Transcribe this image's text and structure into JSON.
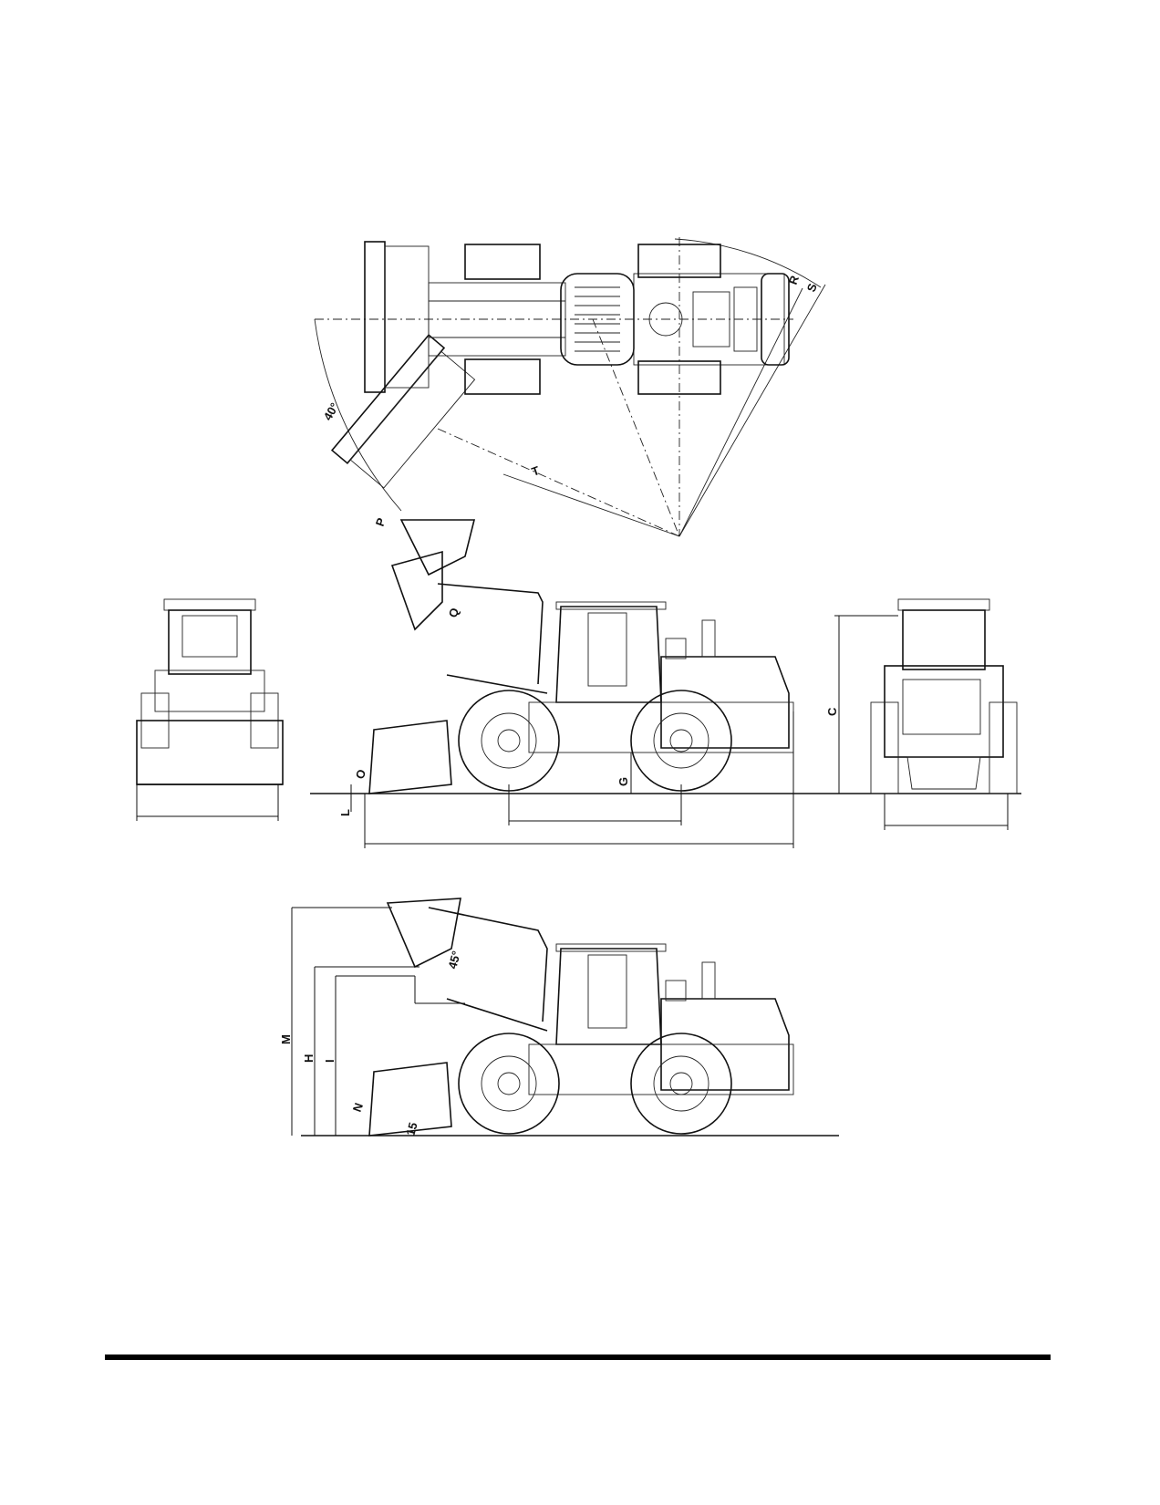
{
  "labels": {
    "r": "R",
    "s": "S",
    "t": "T",
    "angle40": "40°",
    "p": "P",
    "q": "Q",
    "o": "O",
    "l": "L",
    "g": "G",
    "c": "C",
    "m": "M",
    "h": "H",
    "i": "I",
    "n": "N",
    "angle45": "45°",
    "angle15": "15"
  },
  "colors": {
    "line": "#111111",
    "footer": "#000000"
  }
}
